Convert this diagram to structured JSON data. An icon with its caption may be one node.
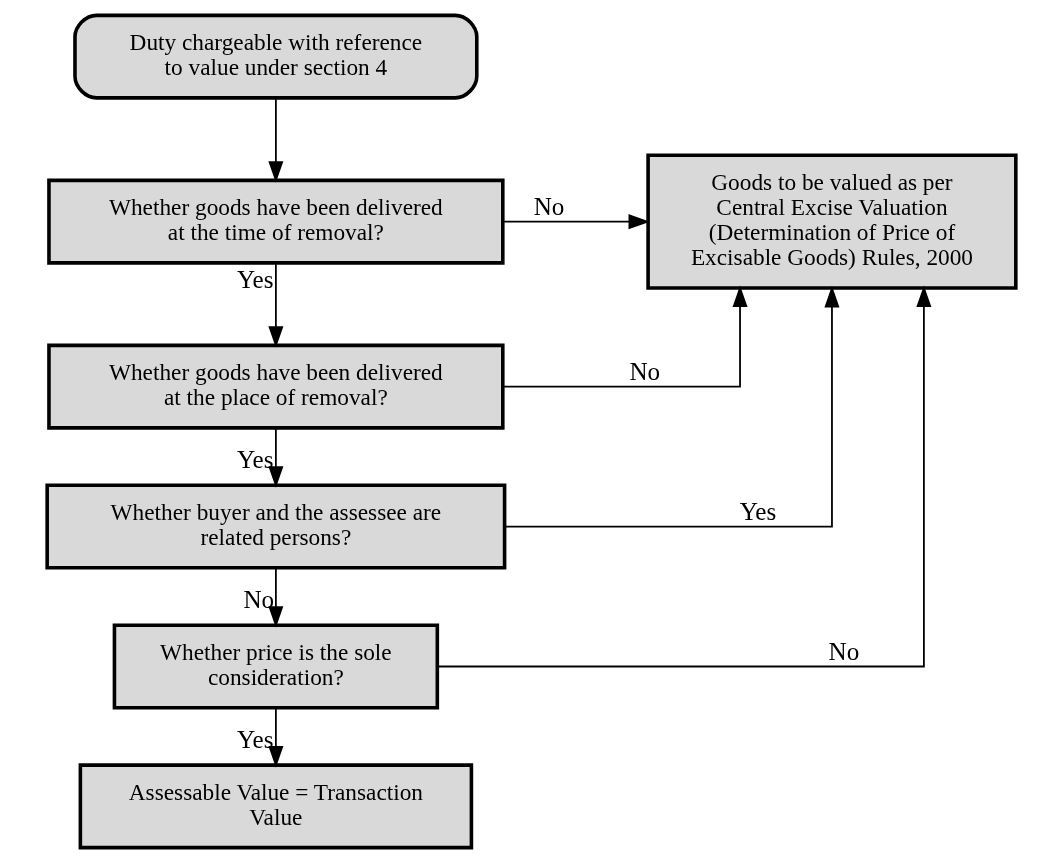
{
  "diagram": {
    "nodes": [
      {
        "text": [
          "Duty chargeable with reference to value under section 4"
        ]
      },
      {
        "text": [
          "Whether goods have been delivered at the time of removal?"
        ]
      },
      {
        "text": [
          "Goods to be valued as per Central Excise Valuation (Determination of Price of Excisable Goods) Rules, 2000"
        ]
      },
      {
        "text": [
          "Whether goods have been delivered at the place of removal?"
        ]
      },
      {
        "text": [
          "Whether buyer and the assessee are related persons?"
        ]
      },
      {
        "text": [
          "Whether price is the sole consideration?"
        ]
      },
      {
        "text": [
          "Assessable Value = Transaction Value"
        ]
      }
    ],
    "edges": [
      {
        "from": 0,
        "to": 1,
        "arrow": "to"
      },
      {
        "from": 1,
        "to": 2,
        "arrow": "to",
        "label": "No"
      },
      {
        "from": 1,
        "to": 3,
        "arrow": "to",
        "label": "Yes"
      },
      {
        "from": 3,
        "to": 2,
        "arrow": "to",
        "label": "No"
      },
      {
        "from": 3,
        "to": 4,
        "arrow": "to",
        "label": "Yes"
      },
      {
        "from": 4,
        "to": 2,
        "arrow": "to",
        "label": "Yes"
      },
      {
        "from": 4,
        "to": 5,
        "arrow": "to",
        "label": "No"
      },
      {
        "from": 5,
        "to": 2,
        "arrow": "to",
        "label": "No"
      },
      {
        "from": 5,
        "to": 6,
        "arrow": "to",
        "label": "Yes"
      }
    ]
  }
}
